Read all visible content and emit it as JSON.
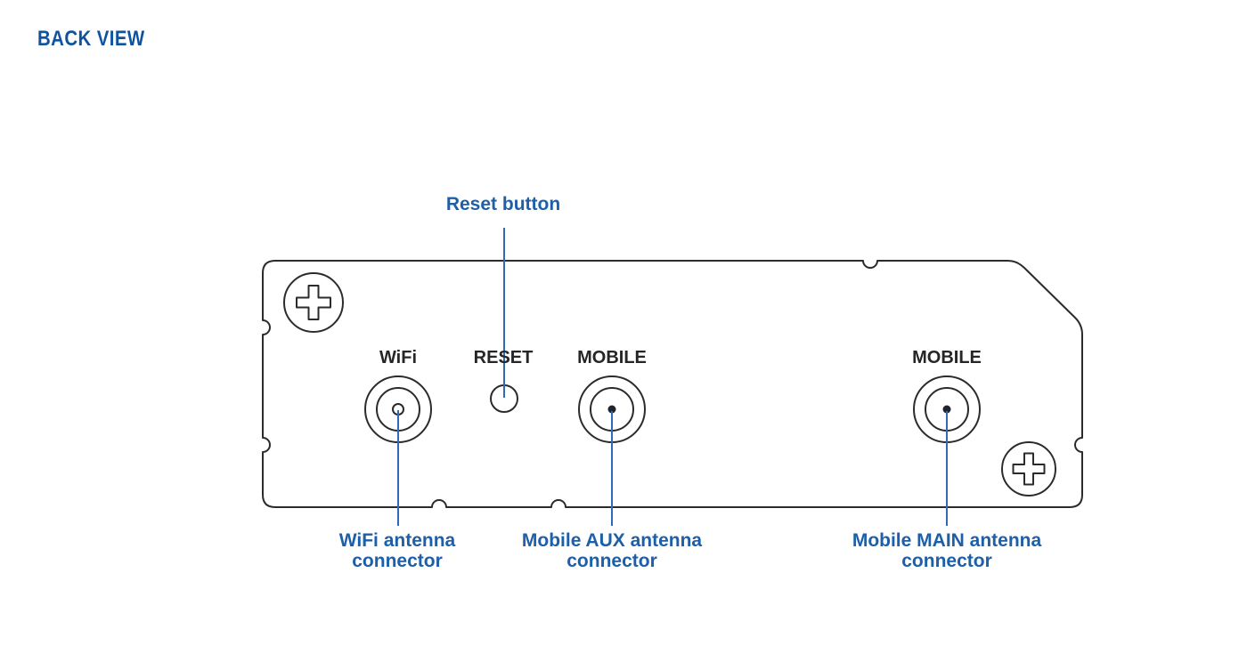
{
  "heading": "BACK VIEW",
  "colors": {
    "heading_blue": "#0f539f",
    "callout_blue": "#1d5fa8",
    "leader_line_blue": "#2e6cb5",
    "outline_dark": "#2b2b2b",
    "panel_label_dark": "#262626"
  },
  "panel": {
    "labels": [
      {
        "id": "wifi",
        "text": "WiFi"
      },
      {
        "id": "reset",
        "text": "RESET"
      },
      {
        "id": "mobile_aux",
        "text": "MOBILE"
      },
      {
        "id": "mobile_main",
        "text": "MOBILE"
      }
    ]
  },
  "callouts": {
    "reset": {
      "text": "Reset button"
    },
    "wifi": {
      "line1": "WiFi antenna",
      "line2": "connector"
    },
    "mobile_aux": {
      "line1": "Mobile AUX antenna",
      "line2": "connector"
    },
    "mobile_main": {
      "line1": "Mobile MAIN antenna",
      "line2": "connector"
    }
  }
}
